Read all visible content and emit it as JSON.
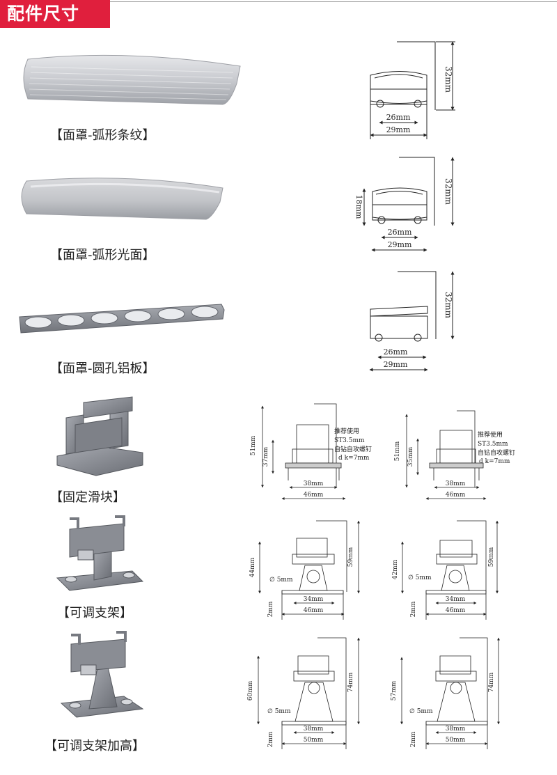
{
  "header": {
    "title": "配件尺寸"
  },
  "parts": [
    {
      "label": "【面罩-弧形条纹】"
    },
    {
      "label": "【面罩-弧形光面】"
    },
    {
      "label": "【面罩-圆孔铝板】"
    },
    {
      "label": "【固定滑块】"
    },
    {
      "label": "【可调支架】"
    },
    {
      "label": "【可调支架加高】"
    }
  ],
  "drawings": {
    "cover1": {
      "height": "32mm",
      "inner": "26mm",
      "outer": "29mm"
    },
    "cover2": {
      "side": "18mm",
      "height": "32mm",
      "inner": "26mm",
      "outer": "29mm"
    },
    "cover3": {
      "height": "32mm",
      "inner": "26mm",
      "outer": "29mm"
    },
    "slider_a": {
      "total": "51mm",
      "inner": "37mm",
      "w1": "38mm",
      "w2": "46mm",
      "note1": "推荐使用",
      "note2": "ST3.5mm",
      "note3": "自钻自攻螺钉",
      "note4": "d k=7mm"
    },
    "slider_b": {
      "total": "51mm",
      "inner": "35mm",
      "w1": "38mm",
      "w2": "46mm",
      "note1": "推荐使用",
      "note2": "ST3.5mm",
      "note3": "自钻自攻螺钉",
      "note4": "d k=7mm"
    },
    "bracket_a": {
      "left": "44mm",
      "right": "59mm",
      "hole": "5mm",
      "w1": "34mm",
      "w2": "46mm",
      "base": "2mm"
    },
    "bracket_b": {
      "left": "42mm",
      "right": "59mm",
      "hole": "5mm",
      "w1": "34mm",
      "w2": "46mm",
      "base": "2mm"
    },
    "tall_a": {
      "left": "60mm",
      "right": "74mm",
      "hole": "5mm",
      "w1": "38mm",
      "w2": "50mm",
      "base": "2mm"
    },
    "tall_b": {
      "left": "57mm",
      "right": "74mm",
      "hole": "5mm",
      "w1": "38mm",
      "w2": "50mm",
      "base": "2mm"
    }
  },
  "colors": {
    "accent": "#e01f3d",
    "metal": "#8c8f96",
    "cover": "#c9cbd0"
  }
}
